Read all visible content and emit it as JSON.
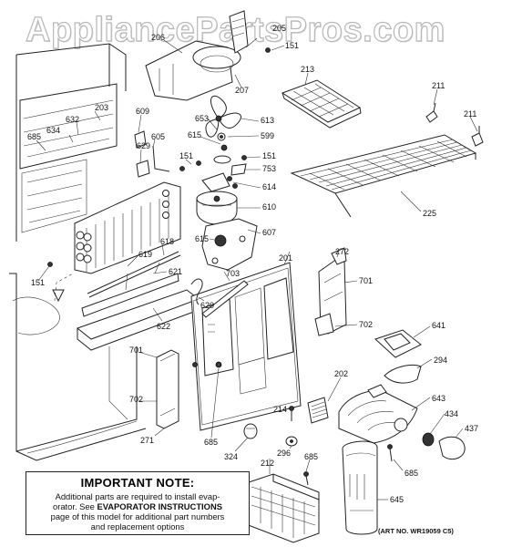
{
  "watermark": "AppliancePartsPros.com",
  "note": {
    "title": "IMPORTANT NOTE:",
    "line1": "Additional parts are required to install evap-",
    "line2_pre": "orator.  See ",
    "line2_bold": "EVAPORATOR INSTRUCTIONS",
    "line3": "page of this model for additional part numbers",
    "line4": "and replacement options"
  },
  "art_number": "(ART NO. WR19059 C5)",
  "callouts": {
    "c205": "205",
    "c206": "206",
    "c151_top": "151",
    "c207": "207",
    "c213": "213",
    "c211_a": "211",
    "c211_b": "211",
    "c203": "203",
    "c632": "632",
    "c634": "634",
    "c685_tl": "685",
    "c609": "609",
    "c653": "653",
    "c613": "613",
    "c615_a": "615",
    "c599": "599",
    "c605": "605",
    "c629": "629",
    "c151_mid": "151",
    "c151_r": "151",
    "c753": "753",
    "c614": "614",
    "c610": "610",
    "c225": "225",
    "c615_b": "615",
    "c607": "607",
    "c618": "618",
    "c619": "619",
    "c621": "621",
    "c151_left": "151",
    "c703": "703",
    "c201": "201",
    "c272": "272",
    "c701_r": "701",
    "c702_r": "702",
    "c620": "620",
    "c622": "622",
    "c641": "641",
    "c294": "294",
    "c701_l": "701",
    "c702_l": "702",
    "c202": "202",
    "c643": "643",
    "c434": "434",
    "c437": "437",
    "c214": "214",
    "c271": "271",
    "c685_mid": "685",
    "c324": "324",
    "c296": "296",
    "c212": "212",
    "c685_bot": "685",
    "c685_r": "685",
    "c645": "645"
  }
}
